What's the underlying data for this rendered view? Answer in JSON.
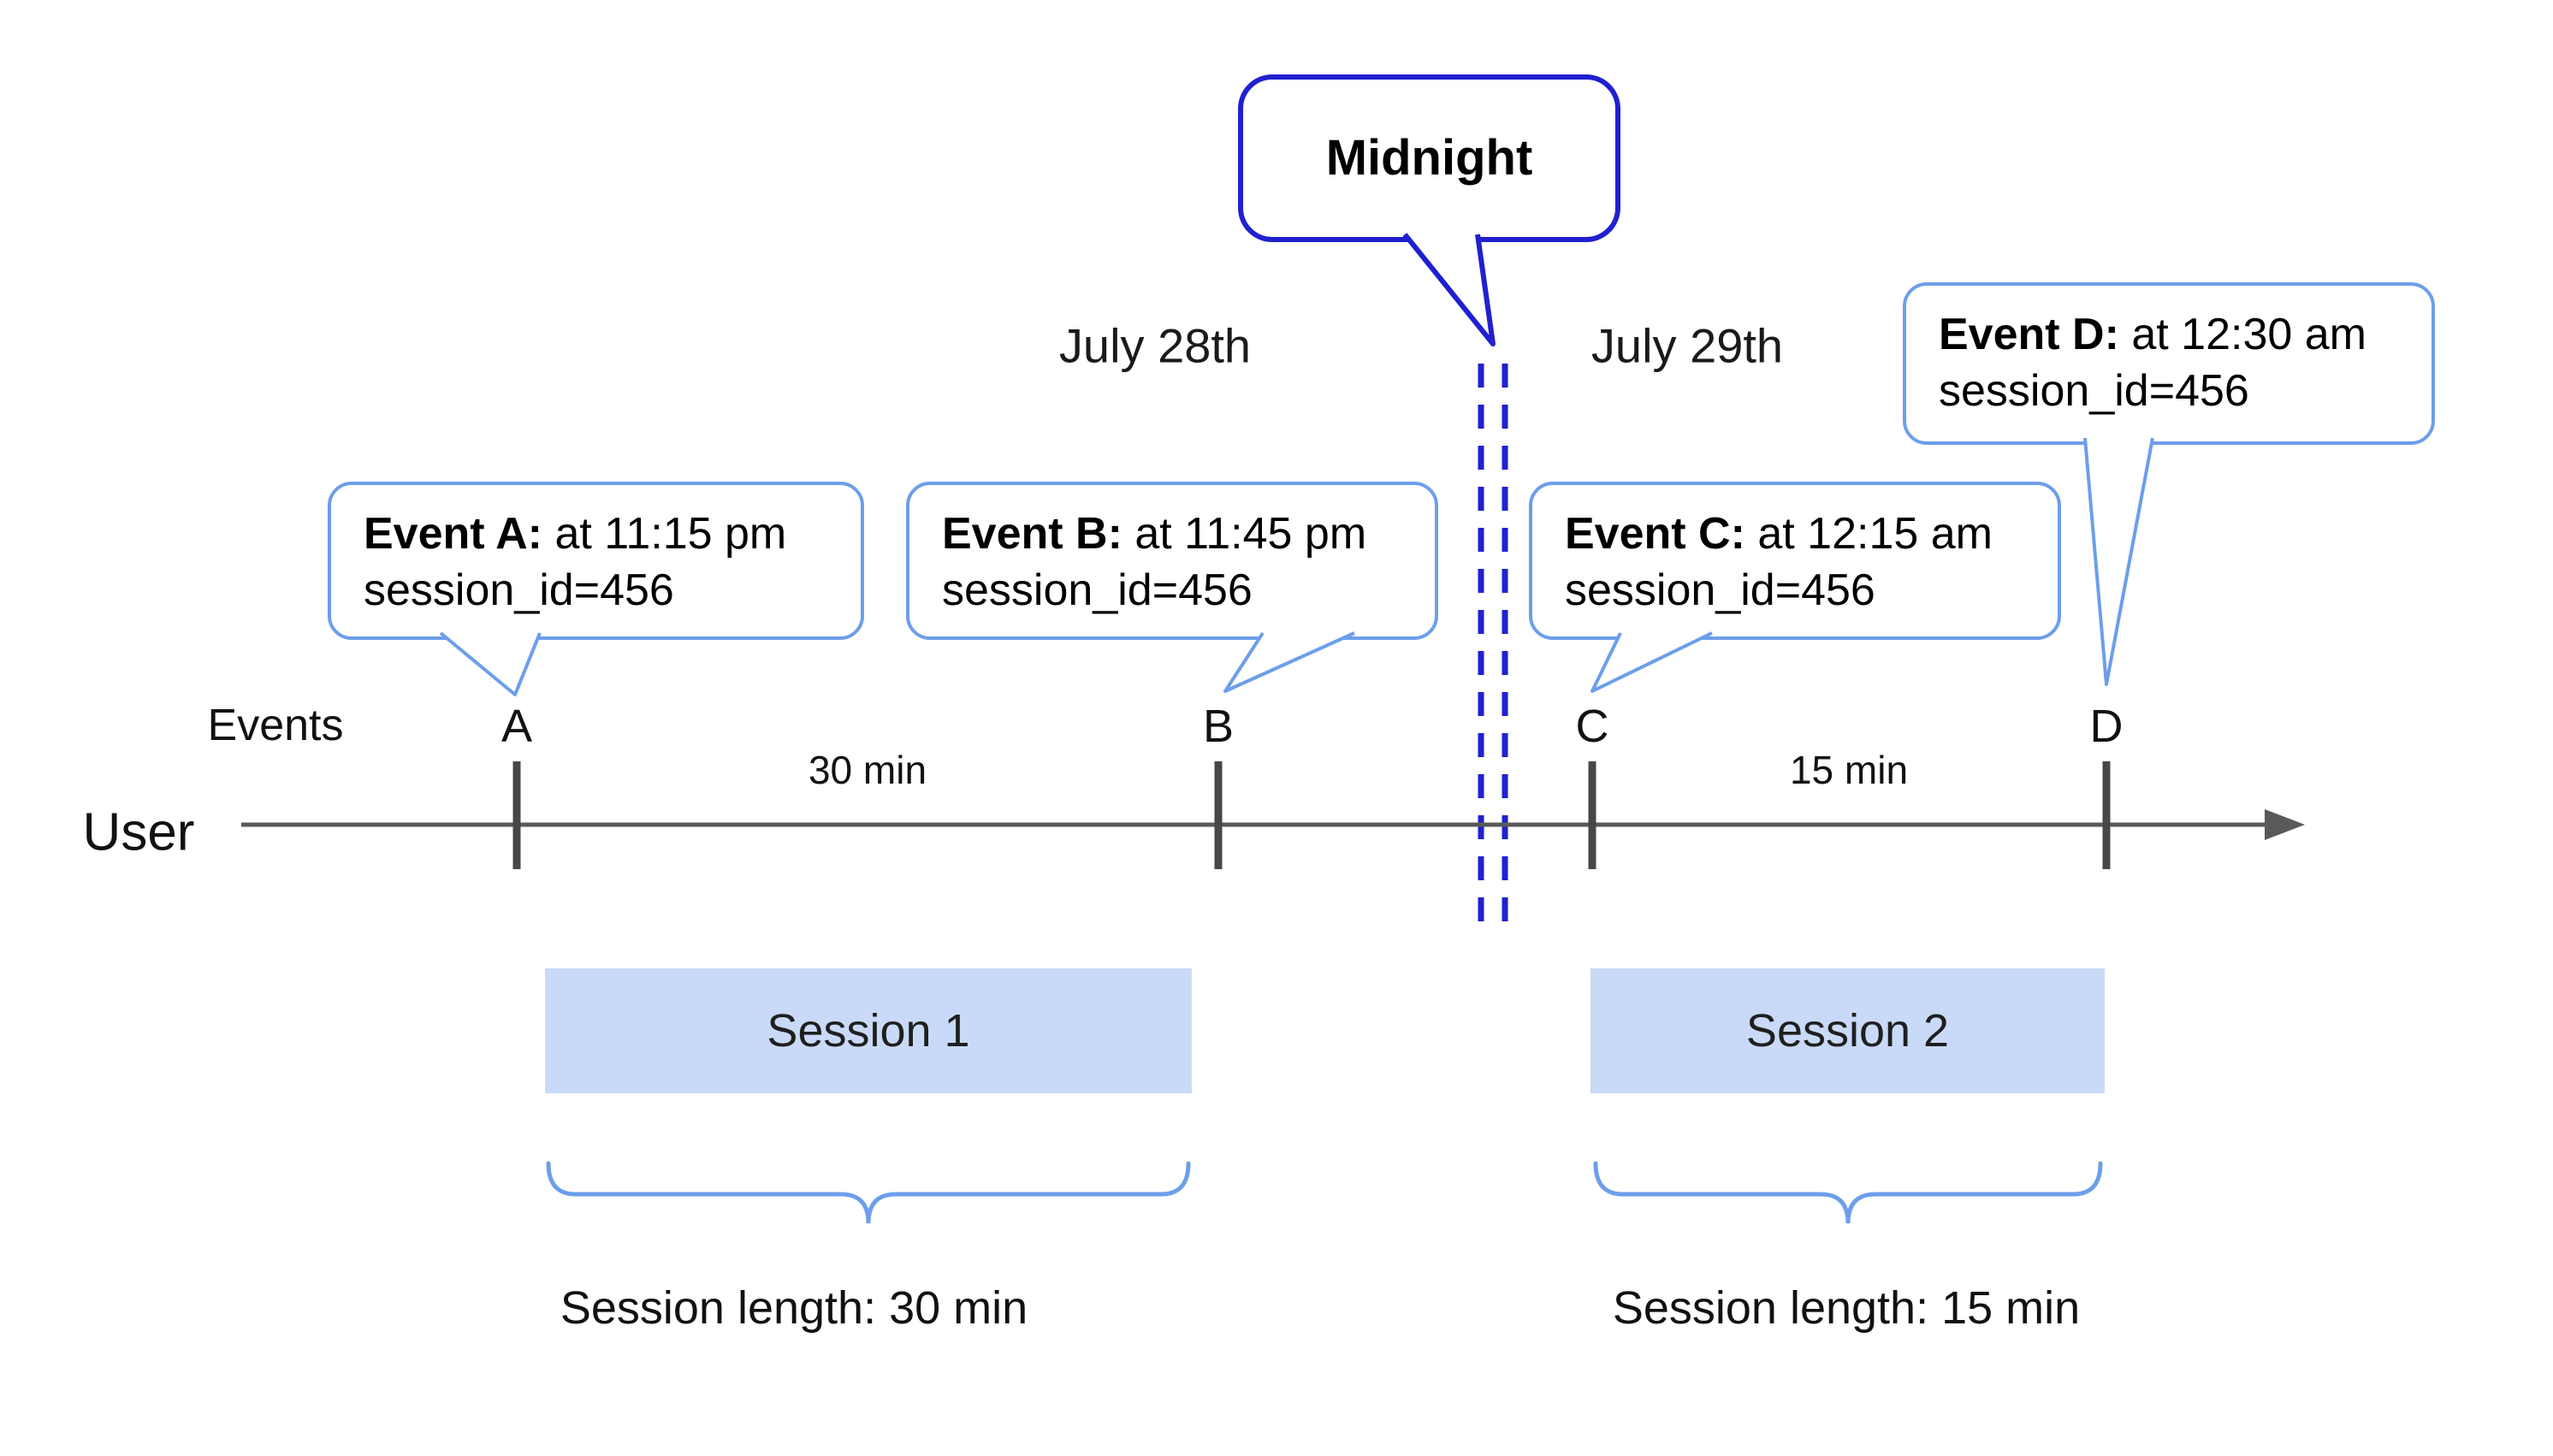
{
  "colors": {
    "accent_dark_blue": "#2020d0",
    "callout_blue": "#6d9eeb",
    "session_fill": "#c9daf8",
    "timeline_gray": "#595959",
    "tick_gray": "#474747"
  },
  "midnight": {
    "label": "Midnight"
  },
  "dates": {
    "left": "July 28th",
    "right": "July 29th"
  },
  "axis": {
    "events_label": "Events",
    "user_label": "User"
  },
  "events": [
    {
      "letter": "A",
      "title": "Event A:",
      "time": " at 11:15 pm",
      "session": "session_id=456"
    },
    {
      "letter": "B",
      "title": "Event B:",
      "time": " at 11:45 pm",
      "session": "session_id=456"
    },
    {
      "letter": "C",
      "title": "Event C:",
      "time": " at 12:15 am",
      "session": "session_id=456"
    },
    {
      "letter": "D",
      "title": "Event D:",
      "time": " at 12:30 am",
      "session": "session_id=456"
    }
  ],
  "intervals": [
    {
      "label": "30 min"
    },
    {
      "label": "15 min"
    }
  ],
  "sessions": [
    {
      "label": "Session 1",
      "length": "Session length: 30 min"
    },
    {
      "label": "Session 2",
      "length": "Session length: 15 min"
    }
  ]
}
